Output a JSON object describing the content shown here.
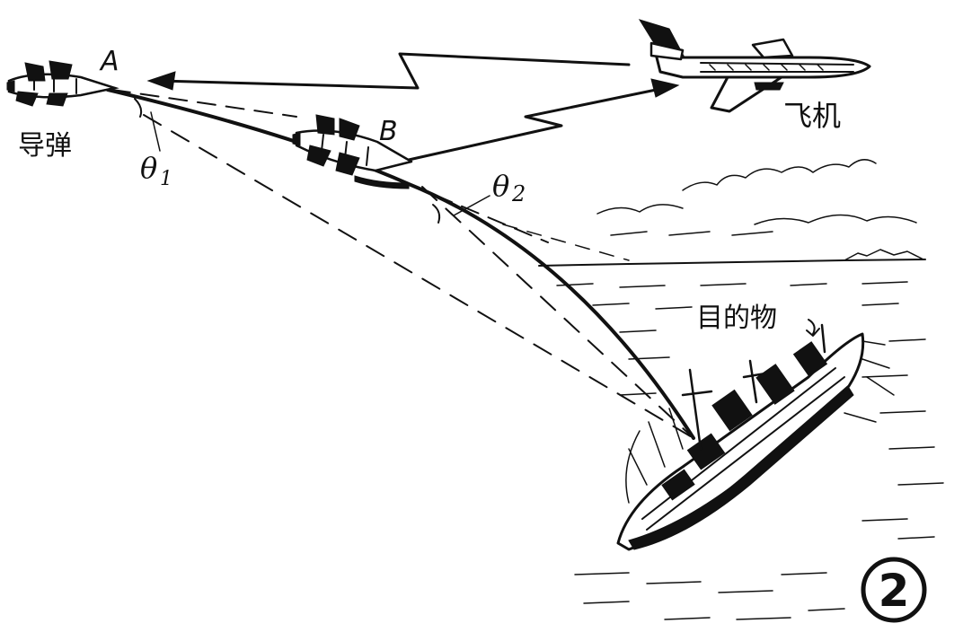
{
  "diagram": {
    "labels": {
      "point_a": "A",
      "point_b": "B",
      "missile": "导弹",
      "aircraft": "飞机",
      "target": "目的物",
      "theta1_symbol": "θ",
      "theta1_sub": "1",
      "theta2_symbol": "θ",
      "theta2_sub": "2",
      "figure_number": "2"
    },
    "colors": {
      "ink": "#111111",
      "paper": "#ffffff"
    },
    "icons": [
      "missile-icon",
      "aircraft-icon",
      "ship-icon",
      "lightning-signal-icon"
    ]
  }
}
